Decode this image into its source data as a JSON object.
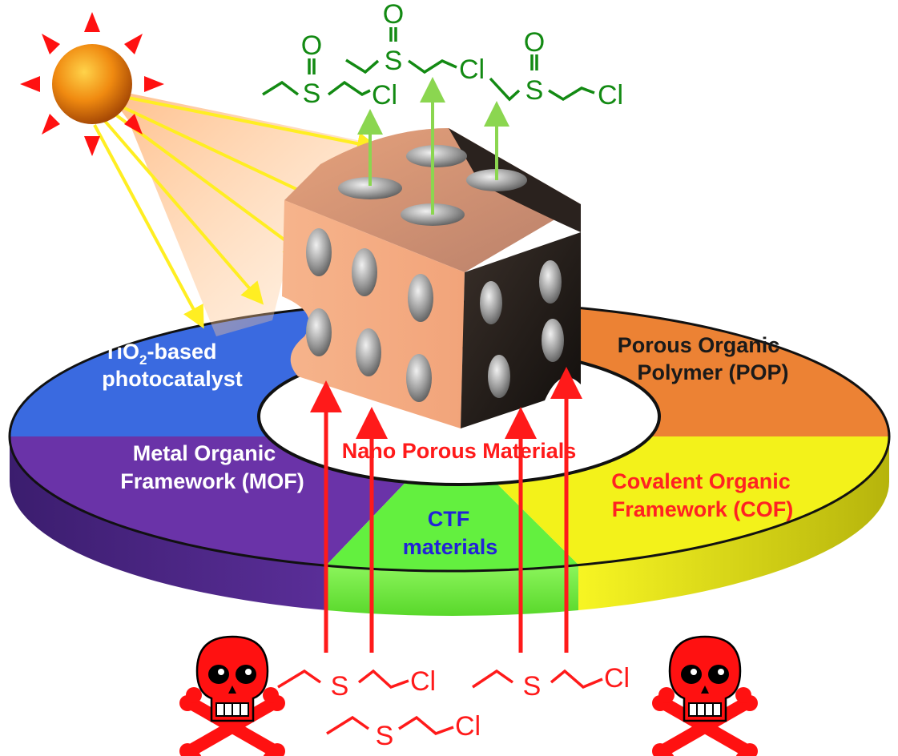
{
  "segments": {
    "tio2": {
      "prefix": "TiO",
      "sub": "2",
      "suffix": "-based",
      "line2": "photocatalyst",
      "color": "#ffffff",
      "fill": "#3a6ae0"
    },
    "pop": {
      "line1": "Porous Organic",
      "line2": "Polymer (POP)",
      "color": "#1a1a1a",
      "fill": "#ec8234"
    },
    "mof": {
      "line1": "Metal Organic",
      "line2": "Framework (MOF)",
      "color": "#ffffff",
      "fill": "#6a33a8"
    },
    "ctf": {
      "line1": "CTF",
      "line2": "materials",
      "color": "#2222d8",
      "fill": "#63f03f"
    },
    "cof": {
      "line1": "Covalent Organic",
      "line2": "Framework (COF)",
      "color": "#ff2222",
      "fill": "#f3f21a"
    }
  },
  "center_label": "Nano Porous Materials",
  "center_label_color": "#ff1a1a",
  "products": {
    "sulfoxide_label": "S",
    "oxygen_label": "O",
    "chlorine_label": "Cl",
    "color": "#138a13"
  },
  "reactants": {
    "sulfur_label": "S",
    "chlorine_label": "Cl",
    "color": "#ff1a1a"
  },
  "colors": {
    "arrow_red": "#ff1a1a",
    "arrow_green": "#8bd650",
    "light_ray": "#ffee22",
    "sun": "#ff9a10",
    "sun_rays": "#ff1111",
    "cube_face": "#f5ac84",
    "cube_dark": "#1e1a16",
    "skull": "#ff1111"
  },
  "icons": [
    "sun-icon",
    "porous-cube-icon",
    "skull-crossbones-icon"
  ]
}
